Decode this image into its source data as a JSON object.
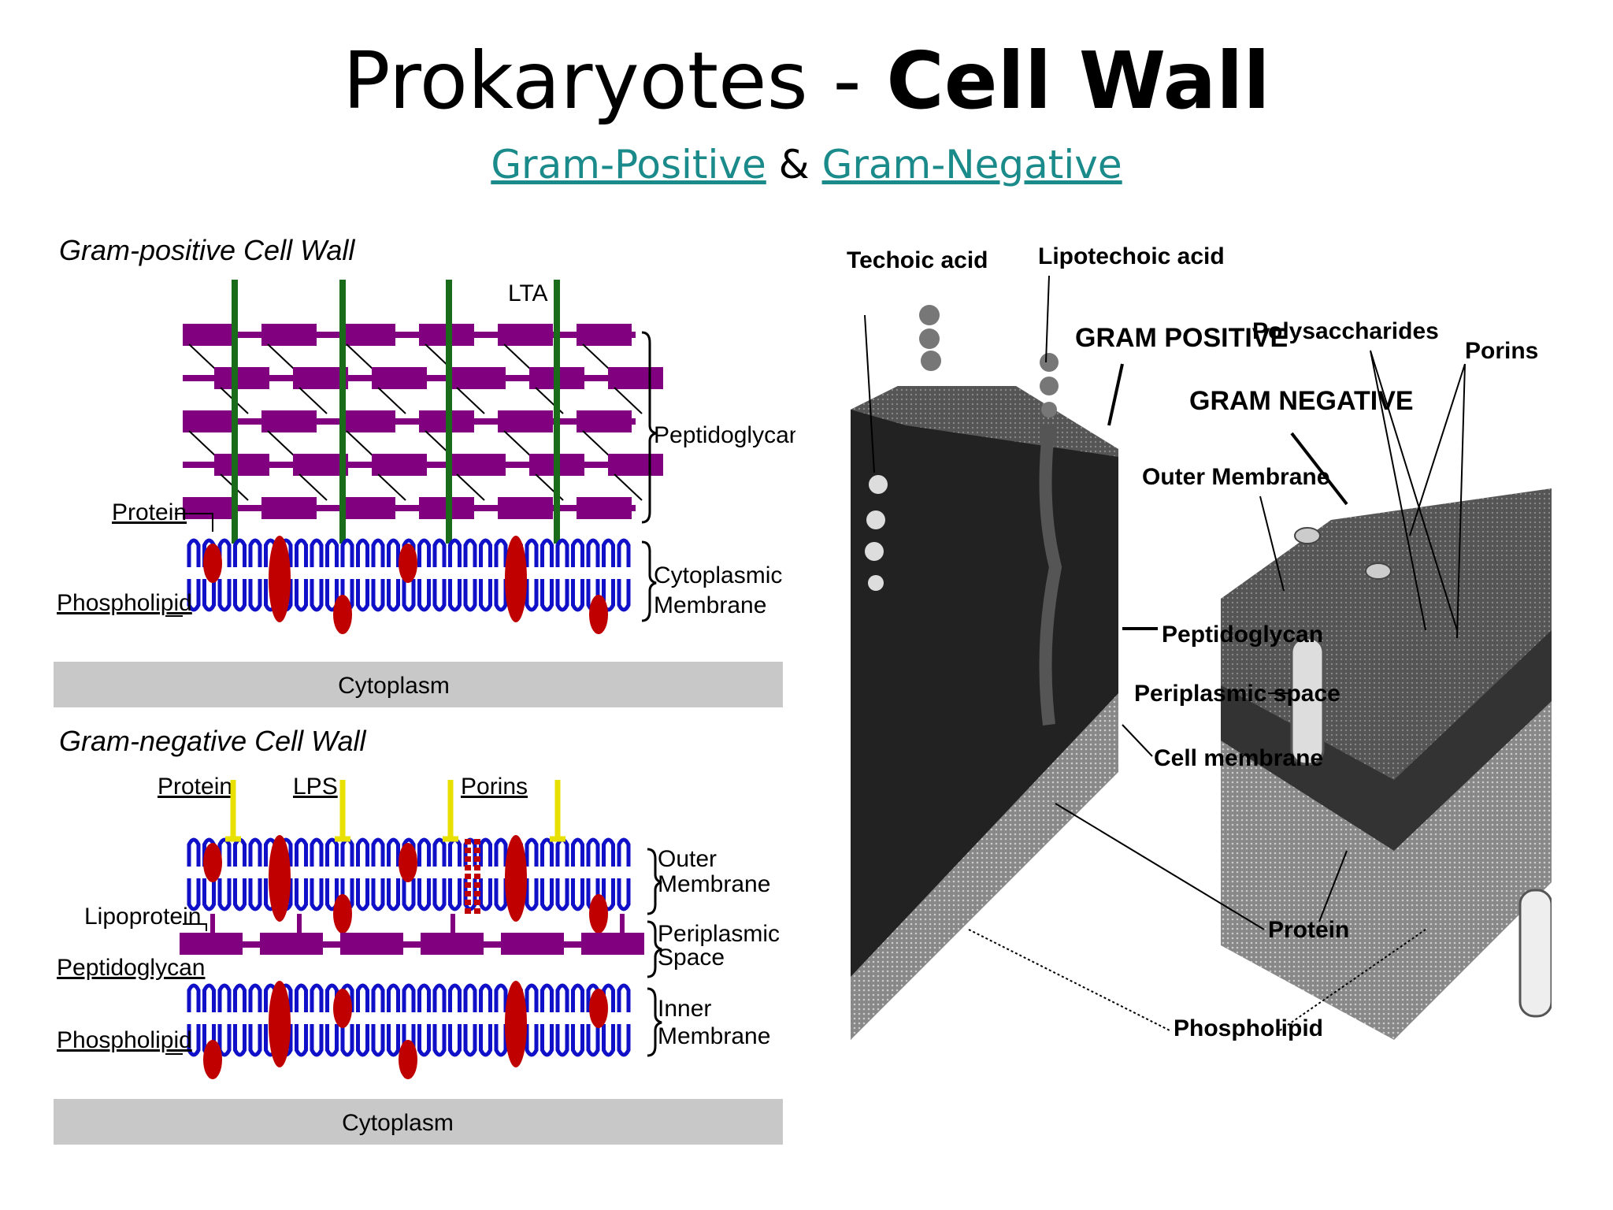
{
  "title": {
    "plain": "Prokaryotes - ",
    "bold": "Cell Wall"
  },
  "subtitle": {
    "link1": "Gram-Positive",
    "amp": "&",
    "link2": "Gram-Negative"
  },
  "gram_positive": {
    "heading": "Gram-positive Cell Wall",
    "lta": "LTA",
    "peptidoglycan": "Peptidoglycan",
    "protein": "Protein",
    "phospholipid": "Phospholipid",
    "cyto_membrane_1": "Cytoplasmic",
    "cyto_membrane_2": "Membrane",
    "cytoplasm": "Cytoplasm"
  },
  "gram_negative": {
    "heading": "Gram-negative Cell Wall",
    "protein": "Protein",
    "lps": "LPS",
    "porins": "Porins",
    "outer_1": "Outer",
    "outer_2": "Membrane",
    "lipoprotein": "Lipoprotein",
    "periplasmic_1": "Periplasmic",
    "periplasmic_2": "Space",
    "peptidoglycan": "Peptidoglycan",
    "phospholipid": "Phospholipid",
    "inner_1": "Inner",
    "inner_2": "Membrane",
    "cytoplasm": "Cytoplasm"
  },
  "right_figure": {
    "techoic_acid": "Techoic acid",
    "lipotechoic_acid": "Lipotechoic acid",
    "gram_positive": "GRAM POSITIVE",
    "polysaccharides": "Polysaccharides",
    "porins": "Porins",
    "gram_negative": "GRAM NEGATIVE",
    "outer_membrane": "Outer Membrane",
    "peptidoglycan": "Peptidoglycan",
    "periplasmic_space": "Periplasmic space",
    "cell_membrane": "Cell membrane",
    "protein": "Protein",
    "phospholipid": "Phospholipid"
  },
  "colors": {
    "purple": "#800080",
    "green": "#1a6b1a",
    "blue": "#1010c8",
    "red": "#c00000",
    "yellow": "#e8e000",
    "cytoplasm_bar": "#c8c8c8",
    "link": "#1a8a8a"
  }
}
